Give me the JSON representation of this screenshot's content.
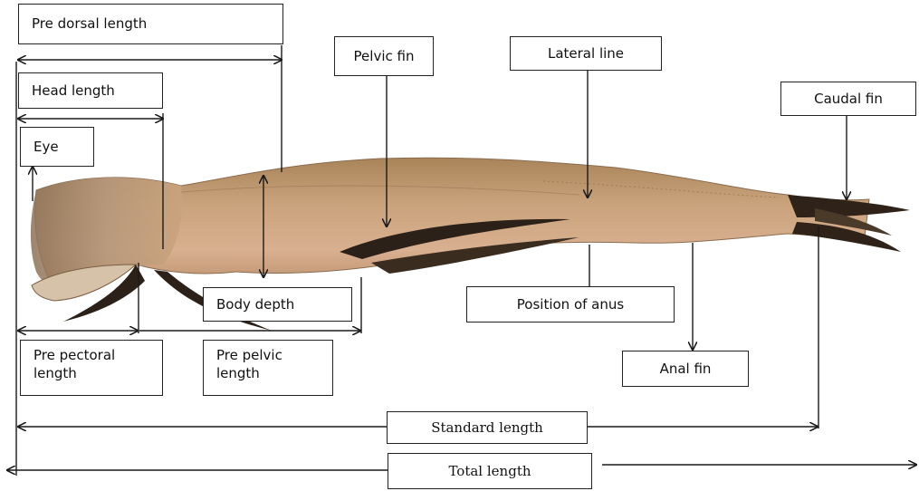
{
  "diagram": {
    "labels": {
      "pre_dorsal_length": "Pre dorsal length",
      "head_length": "Head length",
      "eye": "Eye",
      "pelvic_fin": "Pelvic fin",
      "lateral_line": "Lateral line",
      "caudal_fin": "Caudal fin",
      "body_depth": "Body depth",
      "position_of_anus": "Position of anus",
      "pre_pectoral_length": "Pre pectoral\nlength",
      "pre_pelvic_length": "Pre pelvic\nlength",
      "anal_fin": "Anal fin",
      "standard_length": "Standard length",
      "total_length": "Total length"
    },
    "colors": {
      "line": "#1a1a1a",
      "fish_body": "#c9a37c",
      "fish_back": "#b08a62",
      "fish_belly": "#d9b998",
      "fin_dark": "#2b2118"
    }
  }
}
